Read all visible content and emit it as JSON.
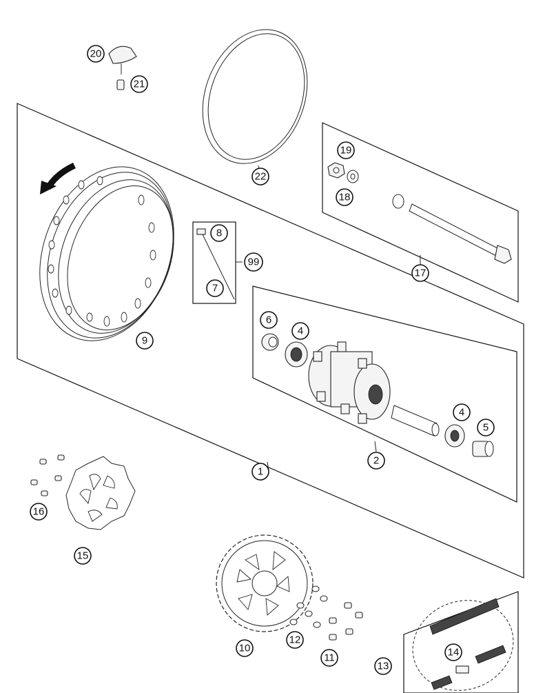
{
  "callouts": {
    "c1": "1",
    "c2": "2",
    "c4a": "4",
    "c4b": "4",
    "c5": "5",
    "c6": "6",
    "c7": "7",
    "c8": "8",
    "c9": "9",
    "c10": "10",
    "c11": "11",
    "c12": "12",
    "c13": "13",
    "c14": "14",
    "c15": "15",
    "c16": "16",
    "c17": "17",
    "c18": "18",
    "c19": "19",
    "c20": "20",
    "c21": "21",
    "c22": "22",
    "c99": "99"
  },
  "colors": {
    "line": "#222222",
    "background": "#ffffff"
  },
  "icons": {
    "rotation": "rotation-arrow-icon"
  }
}
